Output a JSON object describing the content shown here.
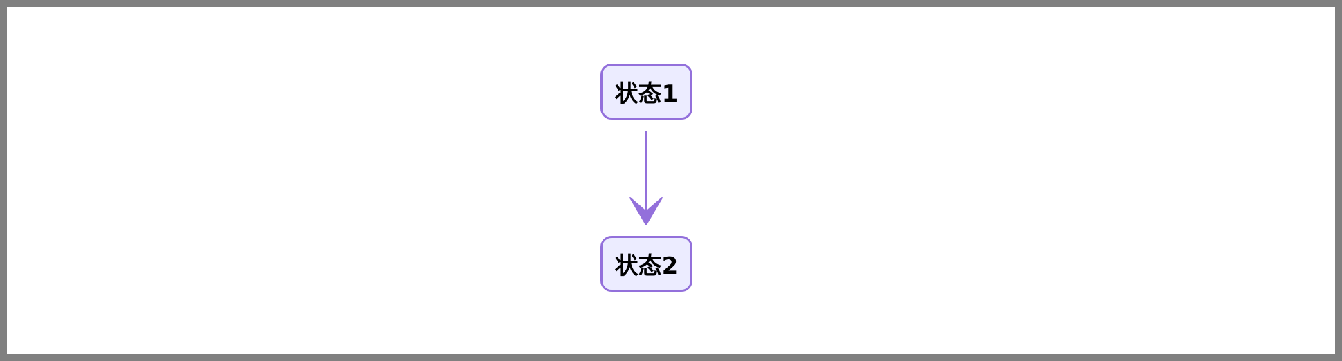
{
  "diagram": {
    "type": "stateDiagram",
    "colors": {
      "node_fill": "#ECECFF",
      "node_stroke": "#9370DB",
      "edge": "#9370DB",
      "frame": "#808080",
      "background": "#FFFFFF"
    },
    "nodes": [
      {
        "id": "s1",
        "label": "状态1"
      },
      {
        "id": "s2",
        "label": "状态2"
      }
    ],
    "edges": [
      {
        "from": "s1",
        "to": "s2",
        "label": ""
      }
    ]
  }
}
